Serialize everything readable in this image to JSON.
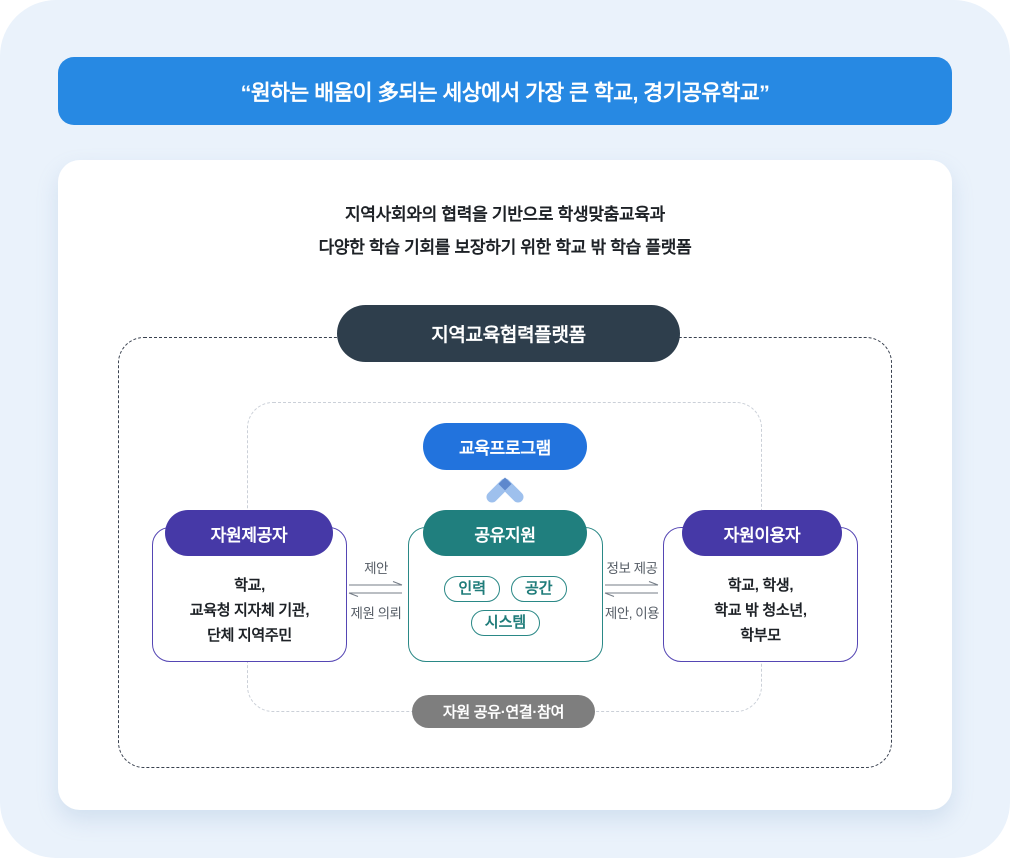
{
  "banner": {
    "text": "“원하는 배움이 多되는 세상에서 가장 큰 학교, 경기공유학교”"
  },
  "intro": {
    "line1": "지역사회와의 협력을 기반으로 학생맞춤교육과",
    "line2": "다양한 학습 기회를 보장하기 위한 학교 밖 학습 플랫폼"
  },
  "platform": {
    "label": "지역교육협력플랫폼"
  },
  "program": {
    "label": "교육프로그램"
  },
  "provider": {
    "title": "자원제공자",
    "body": [
      "학교,",
      "교육청 지자체 기관,",
      "단체 지역주민"
    ]
  },
  "support": {
    "title": "공유지원",
    "tags": [
      "인력",
      "공간",
      "시스템"
    ]
  },
  "user": {
    "title": "자원이용자",
    "body": [
      "학교, 학생,",
      "학교 밖 청소년,",
      "학부모"
    ]
  },
  "flows": {
    "provider_to_support": {
      "forward": "제안",
      "backward": "제원 의뢰"
    },
    "support_to_user": {
      "forward": "정보 제공",
      "backward": "제안, 이용"
    }
  },
  "footer": {
    "label": "자원 공유·연결·참여"
  },
  "colors": {
    "page_bg": "#EAF2FB",
    "banner_blue": "#2789E3",
    "platform_dark": "#2E3E4C",
    "program_blue": "#2273DD",
    "purple": "#4639A7",
    "teal": "#207F7E",
    "gray_pill": "#7E7E7E",
    "chevron_light": "#9EC0ED",
    "chevron_dark": "#5E88CD"
  }
}
